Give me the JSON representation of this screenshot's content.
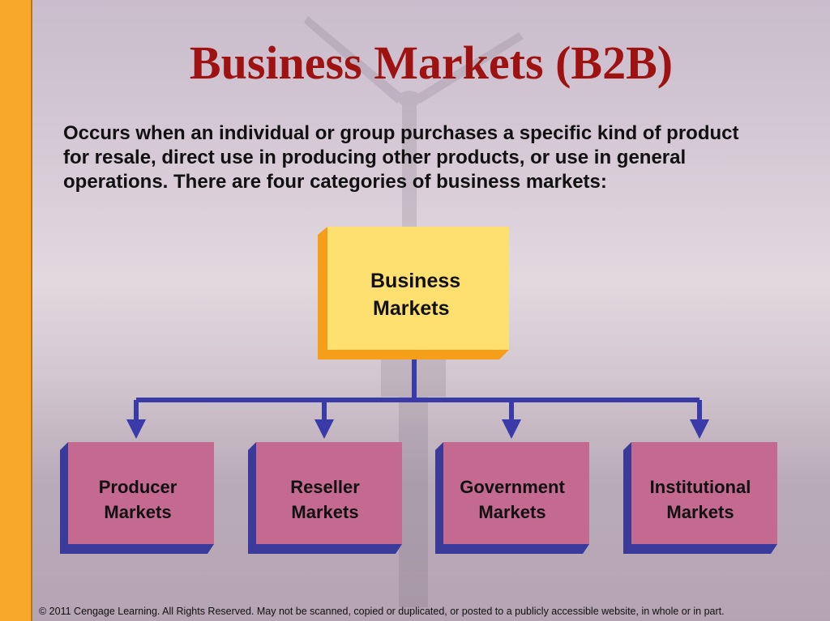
{
  "slide": {
    "title": "Business Markets (B2B)",
    "body": "Occurs when an individual or group purchases a specific kind of product for resale, direct use in producing other products, or use in general operations. There are four categories of business markets:",
    "footer": "© 2011 Cengage Learning. All Rights Reserved. May not be scanned, copied or duplicated, or posted to a publicly accessible website, in whole or in part."
  },
  "diagram": {
    "root": {
      "line1": "Business",
      "line2": "Markets"
    },
    "children": [
      {
        "line1": "Producer",
        "line2": "Markets"
      },
      {
        "line1": "Reseller",
        "line2": "Markets"
      },
      {
        "line1": "Government",
        "line2": "Markets"
      },
      {
        "line1": "Institutional",
        "line2": "Markets"
      }
    ]
  },
  "colors": {
    "title": "#9e1212",
    "accent_bar": "#f8a92c",
    "root_fill": "#fde070",
    "root_shadow": "#f59e1a",
    "leaf_fill": "#c4698f",
    "leaf_shadow": "#3a3a9a",
    "connector": "#3a3aa8"
  }
}
